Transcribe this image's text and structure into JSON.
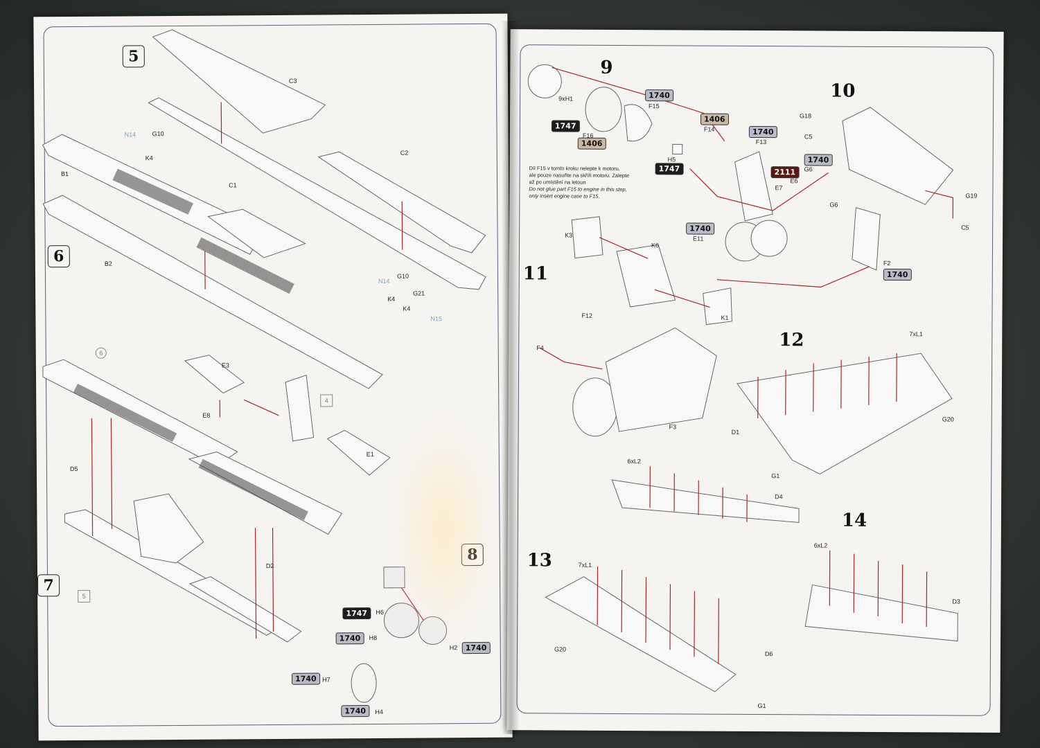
{
  "left_page": {
    "steps": [
      "5",
      "6",
      "7",
      "8"
    ],
    "step_badges": [
      "6",
      "4",
      "5"
    ],
    "labels": [
      "C3",
      "C2",
      "C1",
      "B1",
      "B2",
      "G10",
      "K4",
      "G10",
      "K4",
      "G21",
      "K4",
      "E3",
      "E8",
      "E1",
      "D5",
      "D2",
      "H6",
      "H8",
      "H2",
      "H7",
      "H4"
    ],
    "blue_labels": [
      "N14",
      "N14",
      "N15"
    ],
    "chips": [
      {
        "text": "1747",
        "color": "c1747"
      },
      {
        "text": "1740",
        "color": "c1740"
      },
      {
        "text": "1740",
        "color": "c1740"
      },
      {
        "text": "1740",
        "color": "c1740"
      },
      {
        "text": "1740",
        "color": "c1740"
      }
    ]
  },
  "right_page": {
    "steps": [
      "9",
      "10",
      "11",
      "12",
      "13",
      "14"
    ],
    "labels": [
      "9xH1",
      "F15",
      "F16",
      "F14",
      "H5",
      "F13",
      "G18",
      "C5",
      "G6",
      "E6",
      "E7",
      "G6",
      "E11",
      "G19",
      "C5",
      "F2",
      "K3",
      "K6",
      "K1",
      "F12",
      "F4",
      "F3",
      "7xL1",
      "D1",
      "G20",
      "G1",
      "6xL2",
      "D4",
      "6xL2",
      "7xL1",
      "D3",
      "G20",
      "D6",
      "G1"
    ],
    "chips": [
      {
        "text": "1740",
        "color": "c1740"
      },
      {
        "text": "1747",
        "color": "c1747"
      },
      {
        "text": "1406",
        "color": "c1406"
      },
      {
        "text": "1406",
        "color": "c1406"
      },
      {
        "text": "1747",
        "color": "c1747"
      },
      {
        "text": "1740",
        "color": "c1740"
      },
      {
        "text": "1740",
        "color": "c1740"
      },
      {
        "text": "2111",
        "color": "c2111"
      },
      {
        "text": "1740",
        "color": "c1740"
      },
      {
        "text": "1740",
        "color": "c1740"
      }
    ],
    "note_cz": [
      "Díl F15 v tomto kroku nelepte k motoru,",
      "ale pouze nasuňte na skříň motoru. Zalepte",
      "až po umístění na letoun"
    ],
    "note_en": [
      "Do not glue part F15 to engine in this step,",
      "only insert engine case to F15."
    ]
  },
  "colors": {
    "arrow": "#a8262a",
    "line": "#777777",
    "paper": "#f6f4f1"
  }
}
